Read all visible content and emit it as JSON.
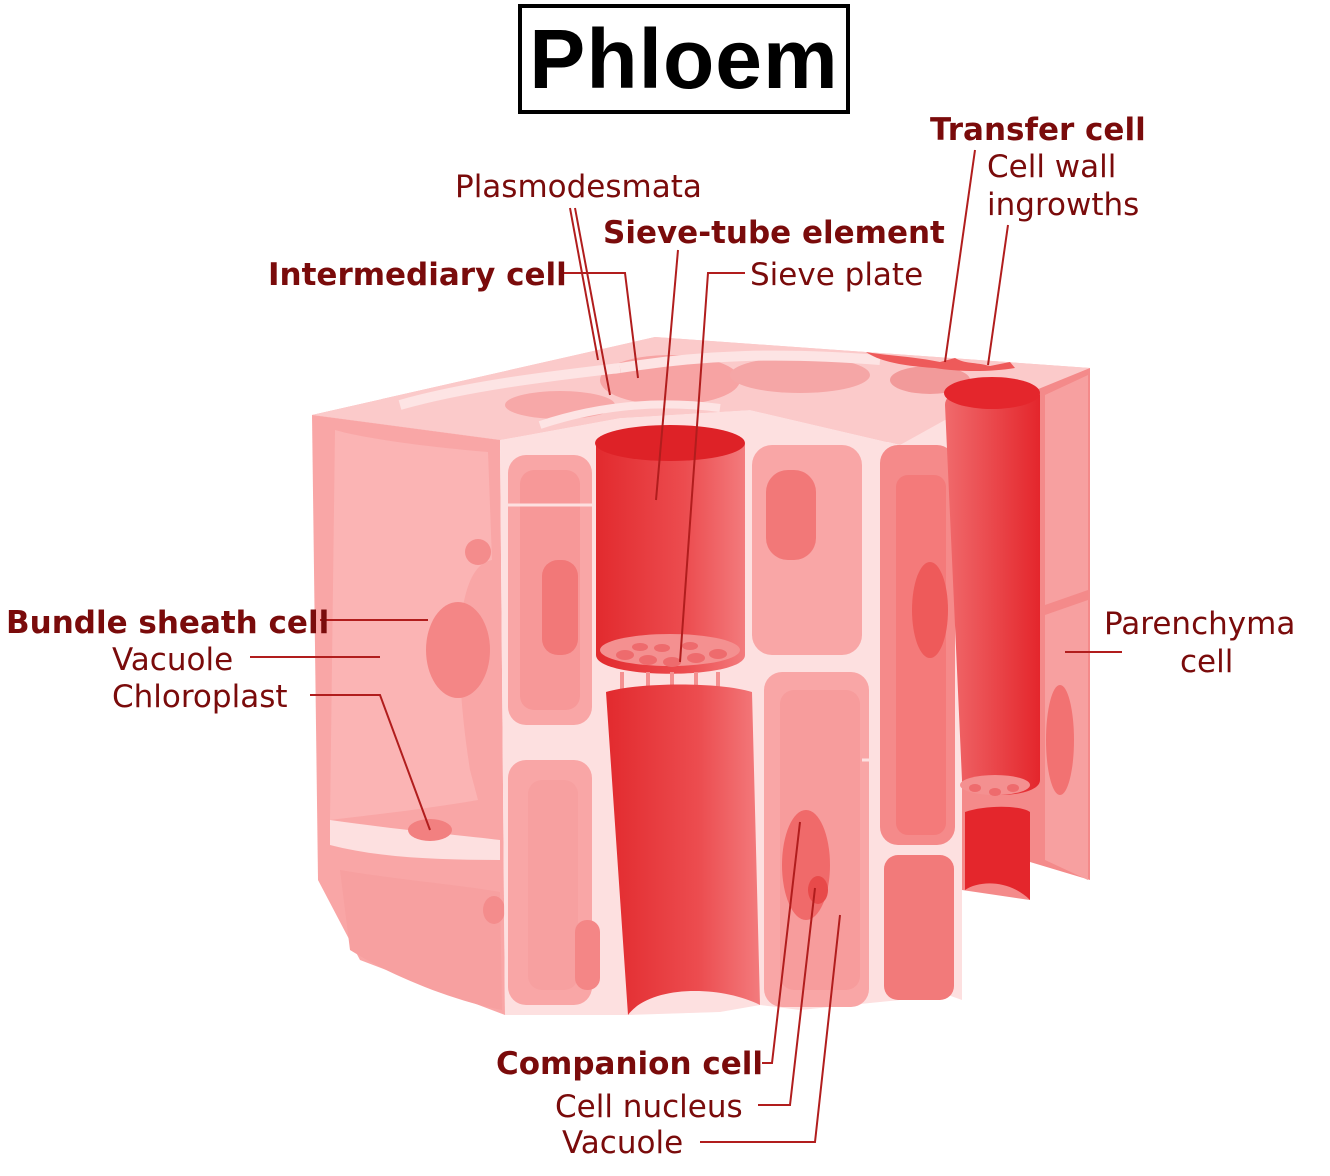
{
  "title": "Phloem",
  "colors": {
    "wall": "#fde0e0",
    "cell_light": "#f9a6a6",
    "cell_mid": "#f58888",
    "cell_dark": "#ee5a5a",
    "sieve": "#e4262c",
    "label": "#7a0b0b",
    "leader": "#b11d1d"
  },
  "labels": {
    "plasmodesmata": "Plasmodesmata",
    "transfer_cell": "Transfer cell",
    "cell_wall": "Cell wall",
    "ingrowths": "ingrowths",
    "sieve_tube_element": "Sieve-tube element",
    "intermediary_cell": "Intermediary cell",
    "sieve_plate": "Sieve plate",
    "bundle_sheath_cell": "Bundle sheath cell",
    "vacuole_left": "Vacuole",
    "chloroplast": "Chloroplast",
    "parenchyma": "Parenchyma",
    "parenchyma_cell": "cell",
    "companion_cell": "Companion cell",
    "cell_nucleus": "Cell nucleus",
    "vacuole_bottom": "Vacuole"
  }
}
